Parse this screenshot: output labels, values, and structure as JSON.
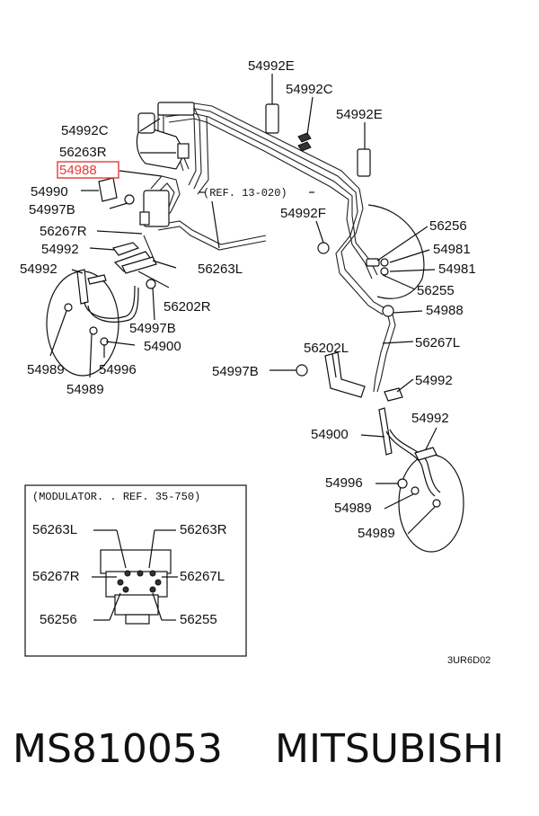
{
  "diagram": {
    "labels": [
      {
        "id": "l1",
        "text": "54992E"
      },
      {
        "id": "l2",
        "text": "54992C"
      },
      {
        "id": "l3",
        "text": "54992E"
      },
      {
        "id": "l4",
        "text": "54992C"
      },
      {
        "id": "l5",
        "text": "56263R"
      },
      {
        "id": "l6",
        "text": "54988"
      },
      {
        "id": "l7",
        "text": "54990"
      },
      {
        "id": "l8",
        "text": "54997B"
      },
      {
        "id": "l9",
        "text": "56267R"
      },
      {
        "id": "l10",
        "text": "54992"
      },
      {
        "id": "l11",
        "text": "54992"
      },
      {
        "id": "l12",
        "text": "56263L"
      },
      {
        "id": "l13",
        "text": "56202R"
      },
      {
        "id": "l14",
        "text": "54997B"
      },
      {
        "id": "l15",
        "text": "54900"
      },
      {
        "id": "l16",
        "text": "54989"
      },
      {
        "id": "l17",
        "text": "54996"
      },
      {
        "id": "l18",
        "text": "54989"
      },
      {
        "id": "l19",
        "text": "54992F"
      },
      {
        "id": "l20",
        "text": "56256"
      },
      {
        "id": "l21",
        "text": "54981"
      },
      {
        "id": "l22",
        "text": "54981"
      },
      {
        "id": "l23",
        "text": "56255"
      },
      {
        "id": "l24",
        "text": "54988"
      },
      {
        "id": "l25",
        "text": "56267L"
      },
      {
        "id": "l26",
        "text": "56202L"
      },
      {
        "id": "l27",
        "text": "54997B"
      },
      {
        "id": "l28",
        "text": "54992"
      },
      {
        "id": "l29",
        "text": "54900"
      },
      {
        "id": "l30",
        "text": "54992"
      },
      {
        "id": "l31",
        "text": "54996"
      },
      {
        "id": "l32",
        "text": "54989"
      },
      {
        "id": "l33",
        "text": "54989"
      }
    ],
    "reference_note": "(REF. 13-020)",
    "inset": {
      "title": "(MODULATOR. . REF. 35-750)",
      "labels": [
        {
          "id": "i1",
          "text": "56263L"
        },
        {
          "id": "i2",
          "text": "56263R"
        },
        {
          "id": "i3",
          "text": "56267R"
        },
        {
          "id": "i4",
          "text": "56267L"
        },
        {
          "id": "i5",
          "text": "56256"
        },
        {
          "id": "i6",
          "text": "56255"
        }
      ]
    },
    "drawing_code": "3UR6D02",
    "highlight_color": "#e53935"
  },
  "footer": {
    "part_number": "MS810053",
    "brand": "MITSUBISHI"
  }
}
